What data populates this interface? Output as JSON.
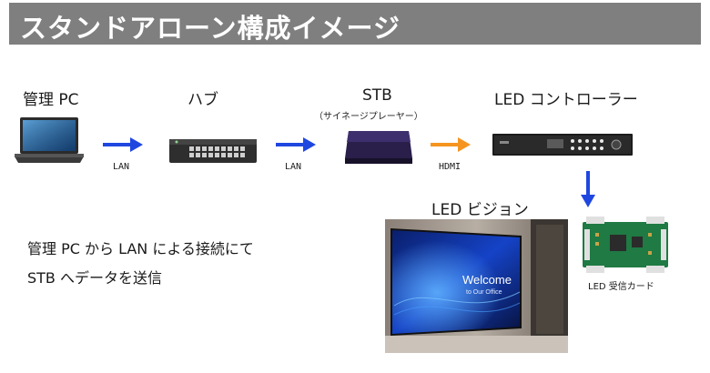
{
  "title": "スタンドアローン構成イメージ",
  "devices": {
    "pc": {
      "label": "管理 PC"
    },
    "hub": {
      "label": "ハブ"
    },
    "stb": {
      "label": "STB",
      "sublabel": "（サイネージプレーヤー）"
    },
    "controller": {
      "label": "LED コントローラー"
    },
    "vision": {
      "label": "LED ビジョン"
    },
    "card": {
      "label": "LED 受信カード"
    }
  },
  "connections": [
    {
      "from": "pc",
      "to": "hub",
      "label": "LAN",
      "color": "#1f47e0"
    },
    {
      "from": "hub",
      "to": "stb",
      "label": "LAN",
      "color": "#1f47e0"
    },
    {
      "from": "stb",
      "to": "controller",
      "label": "HDMI",
      "color": "#f5951f"
    },
    {
      "from": "controller",
      "to": "card",
      "label": "",
      "color": "#1f47e0"
    }
  ],
  "description": {
    "line1": "管理 PC から LAN による接続にて",
    "line2": "STB へデータを送信"
  },
  "screen": {
    "headline": "Welcome",
    "subline": "to Our Office"
  },
  "colors": {
    "title_bar": "#7f7f7f",
    "arrow_blue": "#1f47e0",
    "arrow_orange": "#f5951f"
  }
}
